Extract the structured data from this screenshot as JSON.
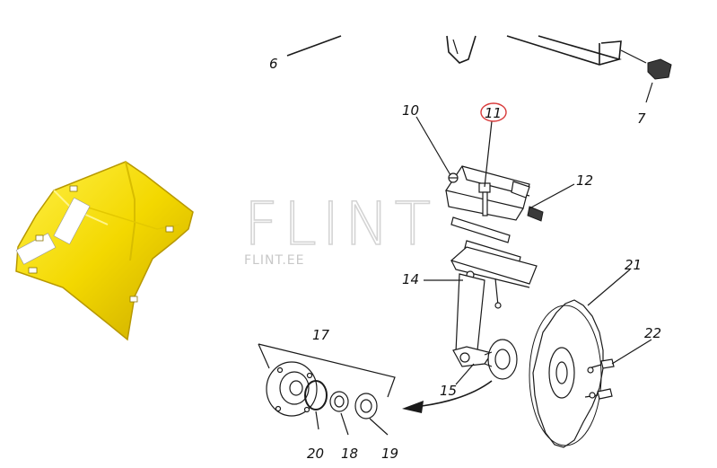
{
  "watermark": {
    "logo": "FLINT",
    "site": "FLINT.EE"
  },
  "labels": {
    "p6": "6",
    "p7": "7",
    "p10": "10",
    "p11": "11",
    "p12": "12",
    "p14": "14",
    "p15": "15",
    "p17": "17",
    "p18": "18",
    "p19": "19",
    "p20": "20",
    "p21": "21",
    "p22": "22"
  },
  "colors": {
    "part_yellow": "#f5dc00",
    "highlight_circle": "#d83a3a"
  }
}
